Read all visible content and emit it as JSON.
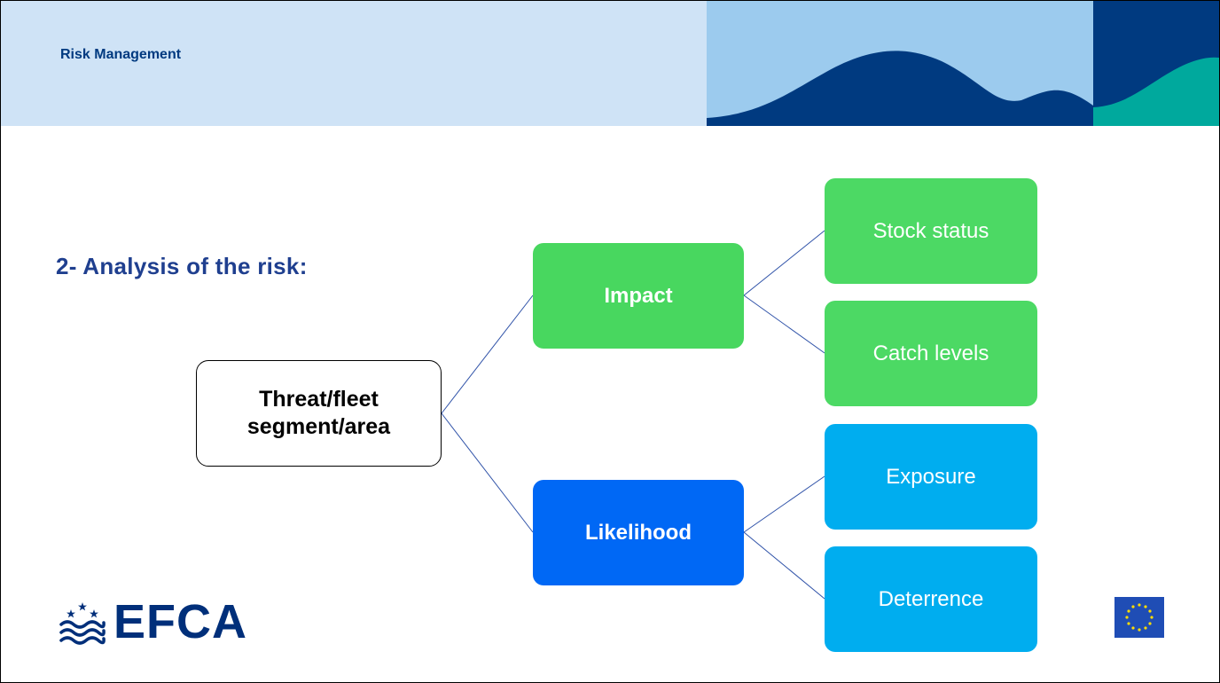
{
  "header": {
    "title": "Risk Management"
  },
  "slide": {
    "heading": "2- Analysis of the risk:"
  },
  "diagram": {
    "root": "Threat/fleet segment/area",
    "branches": [
      {
        "label": "Impact",
        "color": "#48d75f",
        "children": [
          "Stock status",
          "Catch levels"
        ],
        "child_color": "#4cd964"
      },
      {
        "label": "Likelihood",
        "color": "#0068f5",
        "children": [
          "Exposure",
          "Deterrence"
        ],
        "child_color": "#00adef"
      }
    ],
    "connector_color": "#2f52a8"
  },
  "footer": {
    "logo_text": "EFCA",
    "logo_icon": "waves-stars-icon",
    "flag_icon": "eu-flag-icon"
  },
  "colors": {
    "header_band": "#cfe3f6",
    "brand_navy": "#003a80",
    "wave_light": "#9ccbee",
    "wave_dark": "#003a80",
    "wave_teal": "#00a99d"
  }
}
